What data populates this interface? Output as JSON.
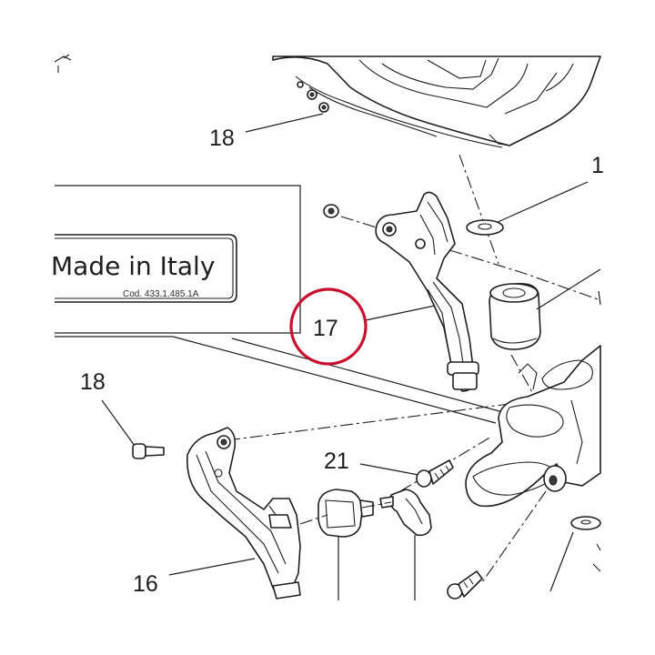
{
  "colors": {
    "line": "#1e1e1e",
    "highlight_ring": "#c8102e",
    "background": "#ffffff"
  },
  "label": {
    "main_text": "Made in Italy",
    "code_text": "Cod. 433.1.485.1A"
  },
  "callouts": {
    "c18_top": "18",
    "c1": "1",
    "c17": "17",
    "c18_left": "18",
    "c21": "21",
    "c16": "16"
  }
}
